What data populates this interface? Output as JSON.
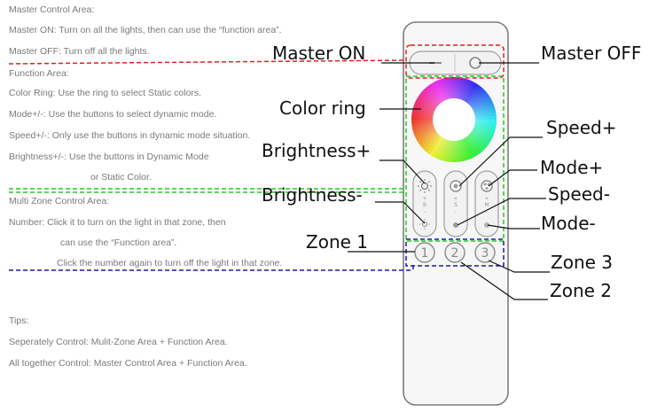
{
  "left_text": {
    "master_title": "Master Control Area:",
    "master_on": "Master ON: Turn on all the lights, then can use the “function area”.",
    "master_off": "Master OFF: Turn off all the lights.",
    "function_title": "Function Area:",
    "color_ring": "Color Ring: Use the ring to select Static colors.",
    "mode": "Mode+/-: Use the buttons to select dynamic mode.",
    "speed": "Speed+/-: Only use the buttons in dynamic mode situation.",
    "brightness_1": "Brightness+/-: Use the buttons in Dynamic Mode",
    "brightness_2": "or Static Color.",
    "multizone_title": "Multi Zone Control Area:",
    "number_1": "Number: Click it to turn on the light in that zone, then",
    "number_2": "can use the “Function area”.",
    "number_3": "Click the number again to turn off the light in that zone.",
    "tips_title": "Tips:",
    "tip_1": "Seperately Control:  Mulit-Zone Area + Function Area.",
    "tip_2": "All together Control: Master Control Area + Function Area."
  },
  "callouts": {
    "master_on": "Master ON",
    "master_off": "Master OFF",
    "color_ring": "Color ring",
    "speed_plus": "Speed+",
    "brightness_plus": "Brightness+",
    "mode_plus": "Mode+",
    "brightness_minus": "Brightness-",
    "speed_minus": "Speed-",
    "mode_minus": "Mode-",
    "zone_1": "Zone 1",
    "zone_3": "Zone 3",
    "zone_2": "Zone 2"
  },
  "remote": {
    "zone_buttons": [
      "1",
      "2",
      "3"
    ],
    "mid_labels": [
      "B",
      "S",
      "M"
    ]
  },
  "colors": {
    "master_box": "#e02020",
    "function_box": "#22cc22",
    "zone_box": "#1a1aa8"
  }
}
